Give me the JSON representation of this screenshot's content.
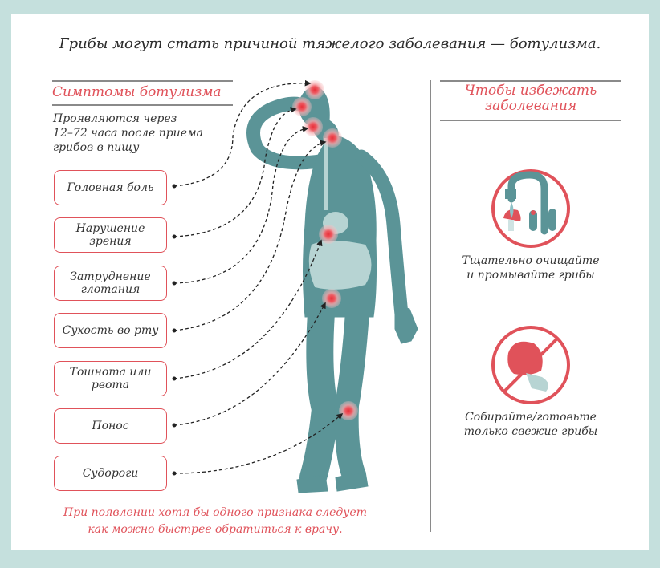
{
  "title": "Грибы могут стать причиной тяжелого заболевания — ботулизма.",
  "symptoms": {
    "heading": "Симптомы ботулизма",
    "intro": [
      "Проявляются через",
      "12–72 часа после приема",
      "грибов в пищу"
    ],
    "items": [
      {
        "label": "Головная боль"
      },
      {
        "label": "Нарушение зрения"
      },
      {
        "label": "Затруднение глотания"
      },
      {
        "label": "Сухость во рту"
      },
      {
        "label": "Тошнота или рвота"
      },
      {
        "label": "Понос"
      },
      {
        "label": "Судороги"
      }
    ],
    "warning": [
      "При появлении хотя бы одного признака следует",
      "как можно быстрее обратиться к врачу."
    ]
  },
  "prevention": {
    "heading": [
      "Чтобы избежать",
      "заболевания"
    ],
    "tips": [
      {
        "icon": "washing-mushrooms-icon",
        "text": [
          "Тщательно очищайте",
          "и промывайте грибы"
        ]
      },
      {
        "icon": "no-spoiled-mushroom-icon",
        "text": [
          "Собирайте/готовьте",
          "только свежие грибы"
        ]
      }
    ]
  },
  "colors": {
    "accent": "#e0525a",
    "figure": "#5b9497",
    "background": "#c5e0dd"
  }
}
